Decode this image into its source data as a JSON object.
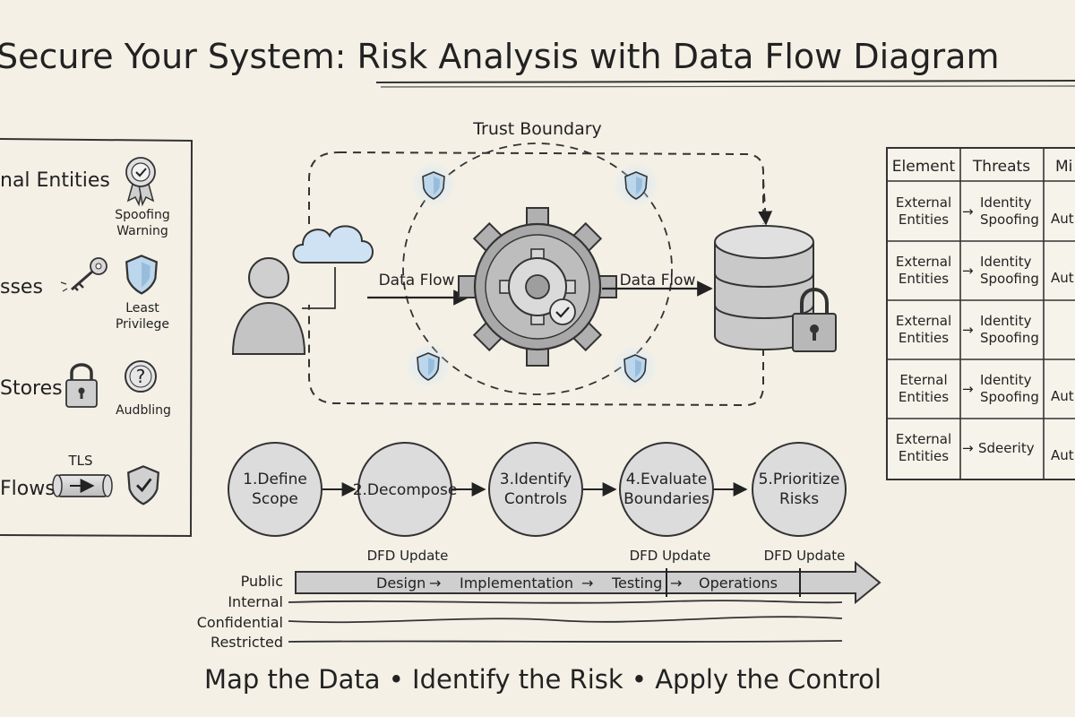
{
  "title": {
    "prefix": "Secure Your System: ",
    "main": "Risk Analysis with Data Flow Diagram"
  },
  "legend": {
    "items": [
      {
        "label": "nal Entities",
        "icon": "award-ribbon-icon",
        "icon_label_lines": [
          "Spoofing",
          "Warning"
        ]
      },
      {
        "label": "sses",
        "icon": "key-icon",
        "icon_label_lines": [
          "Least",
          "Privilege"
        ]
      },
      {
        "label": "Stores",
        "icon": "padlock-icon",
        "icon_label": "Audbling"
      },
      {
        "label": "Flows",
        "icon": "tls-pipe-icon",
        "icon_label": "TLS"
      }
    ]
  },
  "dfd": {
    "trust_boundary_label": "Trust Boundary",
    "flow_left_label": "Data Flow",
    "flow_right_label": "Data Flow",
    "nodes": [
      "user-icon",
      "cloud-icon",
      "process-gear-icon",
      "database-icon",
      "padlock-icon"
    ]
  },
  "threat_table": {
    "headers": [
      "Element",
      "Threats",
      "Mi"
    ],
    "rows": [
      {
        "element": [
          "External",
          "Entities"
        ],
        "threat": [
          "Identity",
          "Spoofing"
        ],
        "mitigation": "Aut"
      },
      {
        "element": [
          "External",
          "Entities"
        ],
        "threat": [
          "Identity",
          "Spoofing"
        ],
        "mitigation": "Aut"
      },
      {
        "element": [
          "External",
          "Entities"
        ],
        "threat": [
          "Identity",
          "Spoofing"
        ],
        "mitigation": ""
      },
      {
        "element": [
          "Eternal",
          "Entities"
        ],
        "threat": [
          "Identity",
          "Spoofing"
        ],
        "mitigation": "Aut"
      },
      {
        "element": [
          "External",
          "Entities"
        ],
        "threat": [
          "Sdeerity"
        ],
        "mitigation": "Aut"
      }
    ]
  },
  "steps": [
    {
      "lines": [
        "1.Define",
        "Scope"
      ]
    },
    {
      "lines": [
        "2.Decompose"
      ]
    },
    {
      "lines": [
        "3.Identify",
        "Controls"
      ]
    },
    {
      "lines": [
        "4.Evaluate",
        "Boundaries"
      ]
    },
    {
      "lines": [
        "5.Prioritize",
        "Risks"
      ]
    }
  ],
  "timeline": {
    "updates": [
      "DFD Update",
      "DFD Update",
      "DFD Update"
    ],
    "stages": [
      "Design",
      "Implementation",
      "Testing",
      "Operations"
    ],
    "classification_levels": [
      "Public",
      "Internal",
      "Confidential",
      "Restricted"
    ]
  },
  "footer": {
    "tagline": "Map the Data • Identify the Risk • Apply the Control"
  },
  "colors": {
    "paper": "#f4f0e6",
    "ink": "#222222",
    "shield_blue": "#bcd6ec",
    "cloud_blue": "#cfe2f3",
    "threat_red": "#9b1c1c",
    "gray_fill": "#cfcfcf"
  }
}
